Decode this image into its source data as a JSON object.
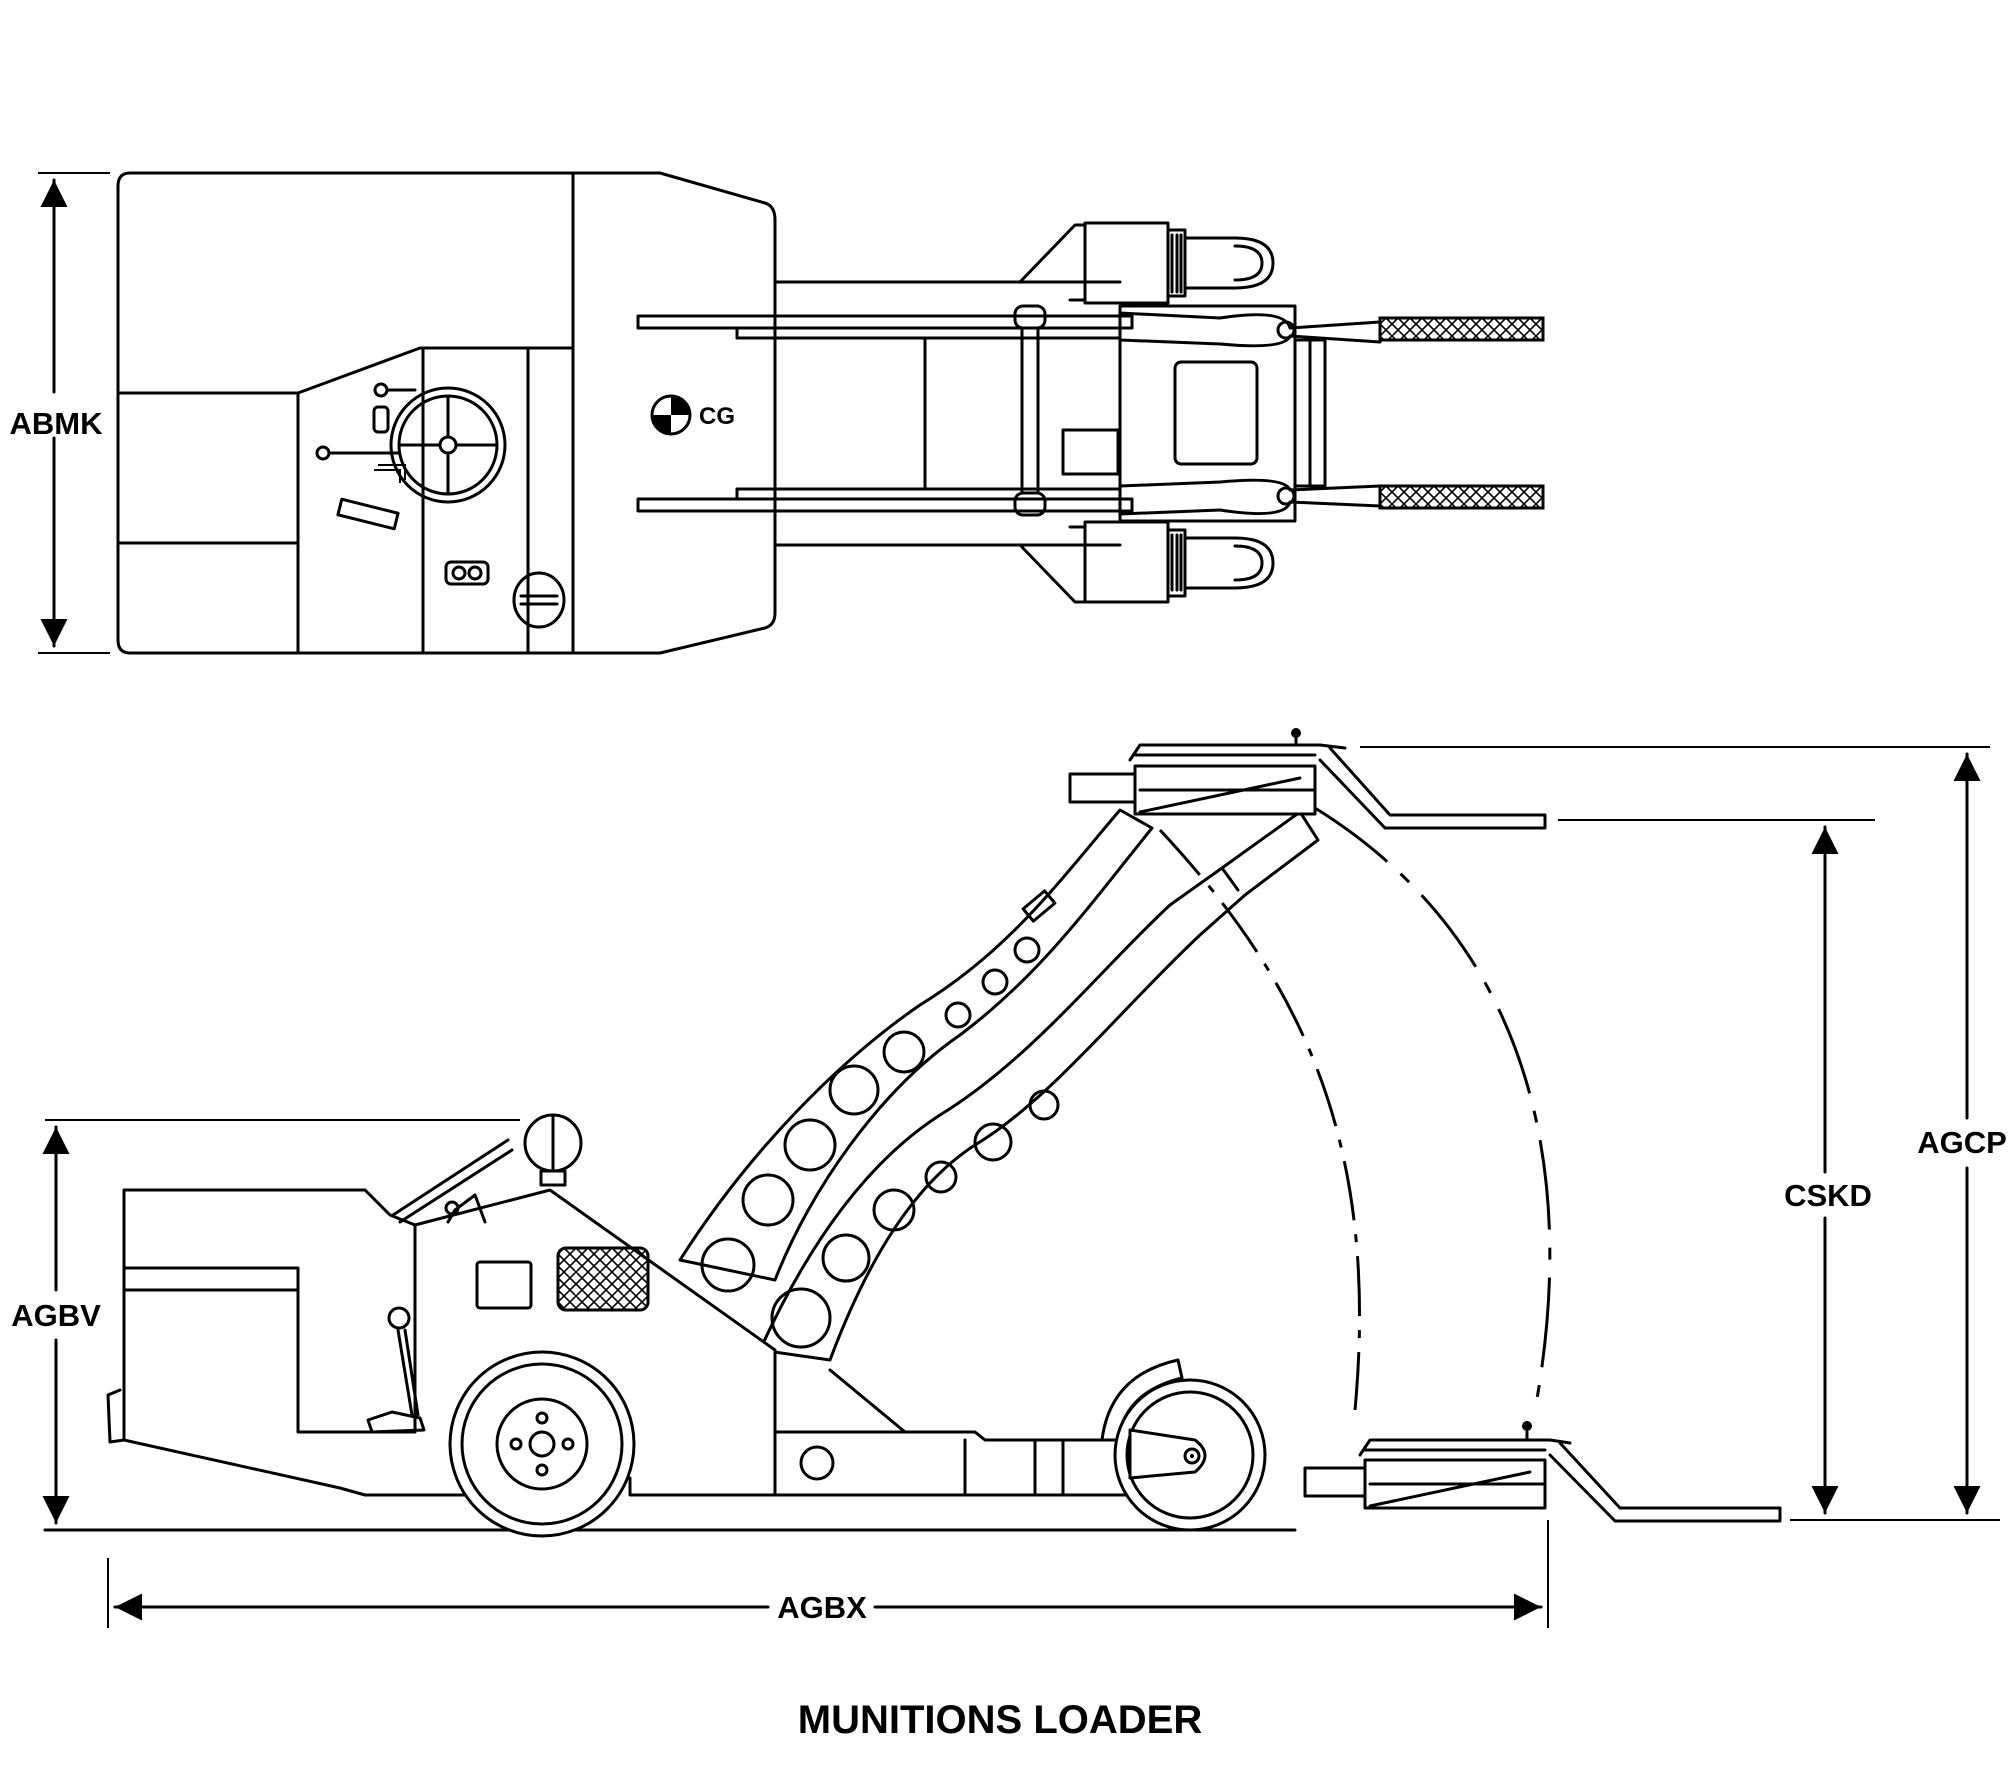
{
  "diagram": {
    "title": "MUNITIONS LOADER",
    "dimensions": {
      "top_width": "ABMK",
      "side_height": "AGBV",
      "overall_length": "AGBX",
      "lift_height": "CSKD",
      "overall_height": "AGCP"
    },
    "cg_label": "CG",
    "views": [
      "top-view",
      "side-view"
    ]
  }
}
